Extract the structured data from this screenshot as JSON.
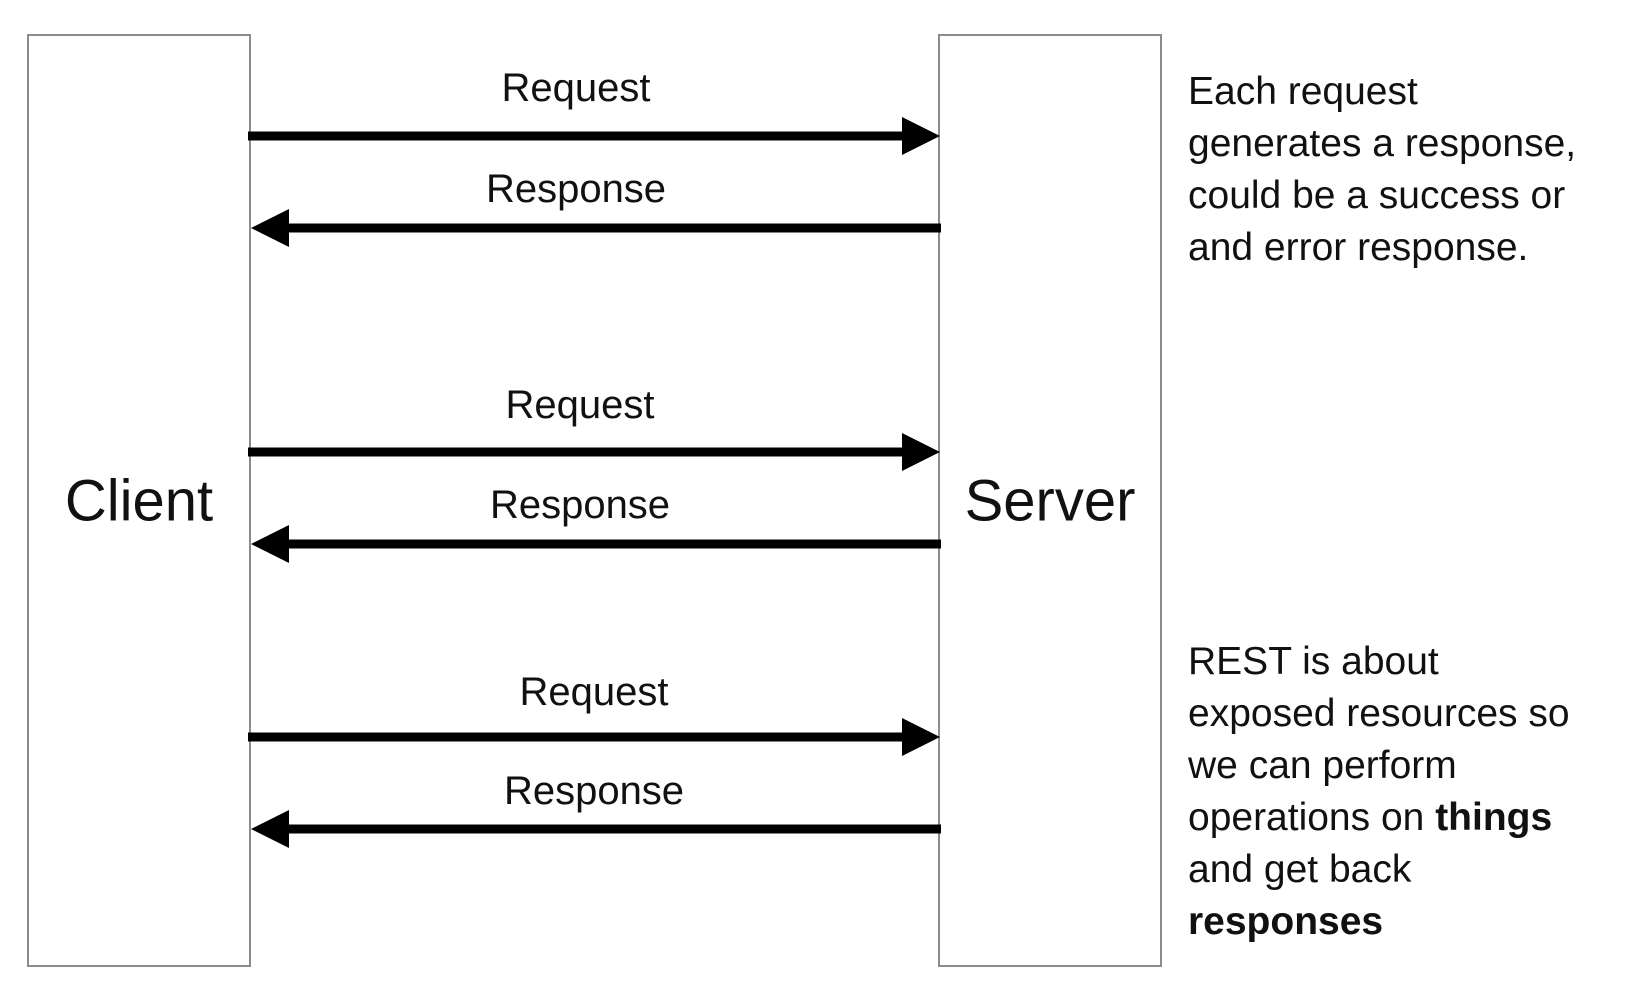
{
  "client": {
    "label": "Client"
  },
  "server": {
    "label": "Server"
  },
  "exchanges": [
    {
      "request_label": "Request",
      "response_label": "Response"
    },
    {
      "request_label": "Request",
      "response_label": "Response"
    },
    {
      "request_label": "Request",
      "response_label": "Response"
    }
  ],
  "note_top": {
    "lines": [
      "Each request",
      "generates a response,",
      "could be a success or",
      "and error response."
    ]
  },
  "note_bottom": {
    "line1": "REST is about",
    "line2": "exposed resources so",
    "line3": "we can perform",
    "line4_text": "operations on ",
    "line4_bold": "things",
    "line5": "and get back",
    "line6_bold": "responses"
  },
  "colors": {
    "arrow": "#000000",
    "box_border": "#8c8c8c",
    "text": "#111111"
  }
}
